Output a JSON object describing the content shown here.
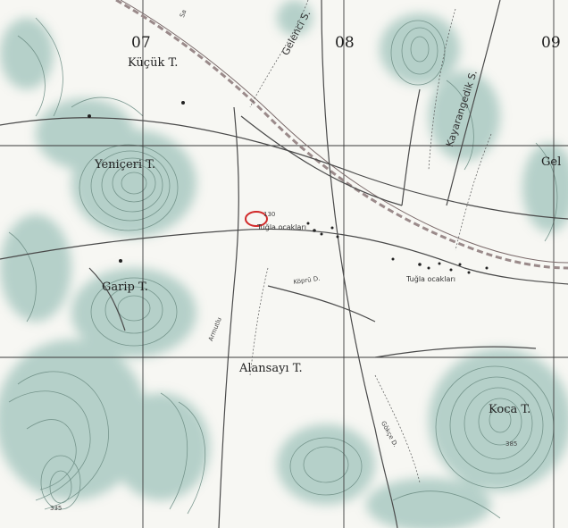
{
  "grid": {
    "top_labels": [
      "07",
      "08",
      "09"
    ]
  },
  "hills": {
    "kucuk": "Küçük T.",
    "yeniceri": "Yeniçeri T.",
    "garip": "Garip T.",
    "alansayi": "Alansayı T.",
    "koca": "Koca T.",
    "gel": "Gel"
  },
  "streams": {
    "gelenci": "Gelenci S.",
    "kayarangedik": "Kayarangedik S.",
    "armutlu": "Armutlu",
    "kopru_d": "Köprü D.",
    "gokce": "Gökçe D.",
    "sa": "Sa"
  },
  "sites": {
    "tugla1": "Tuğla ocakları",
    "tugla2": "Tuğla ocakları",
    "elev_marker": "130",
    "elev_koca": "385",
    "elev_sw": "335"
  },
  "colors": {
    "contour_fill": "#8fb8b0",
    "contour_line": "#6f8f86",
    "road": "#5a5a5a",
    "rail": "#9a8a8a",
    "marker": "#d12a2a"
  }
}
